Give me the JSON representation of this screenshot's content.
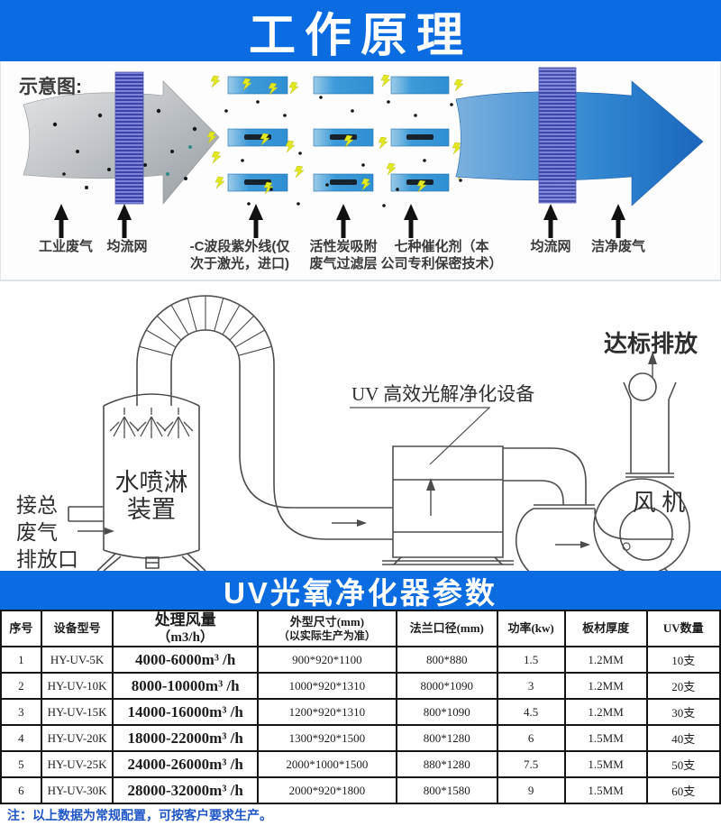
{
  "colors": {
    "banner_blue": "#0b6ce2",
    "note_blue": "#1e56c8",
    "bar_blue": "#2f8fd2",
    "mesh_purple": "#4c53b4"
  },
  "banners": {
    "principle": "工作原理",
    "params": "UV光氧净化器参数"
  },
  "schematic": {
    "caption": "示意图:",
    "stages": [
      {
        "lines": [
          "工业废气"
        ]
      },
      {
        "lines": [
          "均流网"
        ]
      },
      {
        "lines": [
          "-C波段紫外线(仅",
          "次于激光，进口)"
        ]
      },
      {
        "lines": [
          "活性炭吸附",
          "废气过滤层"
        ]
      },
      {
        "lines": [
          "七种催化剂（本",
          "公司专利保密技术）"
        ]
      },
      {
        "lines": [
          "均流网"
        ]
      },
      {
        "lines": [
          "洁净废气"
        ]
      }
    ]
  },
  "drawing": {
    "spray_l1": "水喷淋",
    "spray_l2": "装置",
    "inlet_l1": "接总",
    "inlet_l2": "废气",
    "inlet_l3": "排放口",
    "uv_label": "UV 高效光解净化设备",
    "outlet_label": "达标排放",
    "fan_label": "风 机"
  },
  "table": {
    "headers": [
      {
        "l1": "序号",
        "l2": ""
      },
      {
        "l1": "设备型号",
        "l2": ""
      },
      {
        "l1": "处理风量",
        "l2": "（m3/h）"
      },
      {
        "l1": "外型尺寸(mm)",
        "l2": "（以实际生产为准）"
      },
      {
        "l1": "法兰口径(mm)",
        "l2": ""
      },
      {
        "l1": "功率(kw)",
        "l2": ""
      },
      {
        "l1": "板材厚度",
        "l2": ""
      },
      {
        "l1": "UV数量",
        "l2": ""
      }
    ],
    "rows": [
      {
        "no": "1",
        "model": "HY-UV-5K",
        "airflow": "4000-6000m³ /h",
        "size": "900*920*1100",
        "flange": "800*880",
        "power": "1.5",
        "thickness": "1.2MM",
        "uv": "10支"
      },
      {
        "no": "2",
        "model": "HY-UV-10K",
        "airflow": "8000-10000m³ /h",
        "size": "1000*920*1310",
        "flange": "8000*1090",
        "power": "3",
        "thickness": "1.2MM",
        "uv": "20支"
      },
      {
        "no": "3",
        "model": "HY-UV-15K",
        "airflow": "14000-16000m³ /h",
        "size": "1200*920*1310",
        "flange": "800*1090",
        "power": "4.5",
        "thickness": "1.2MM",
        "uv": "30支"
      },
      {
        "no": "4",
        "model": "HY-UV-20K",
        "airflow": "18000-22000m³ /h",
        "size": "1300*920*1500",
        "flange": "800*1280",
        "power": "6",
        "thickness": "1.5MM",
        "uv": "40支"
      },
      {
        "no": "5",
        "model": "HY-UV-25K",
        "airflow": "24000-26000m³ /h",
        "size": "2000*1000*1500",
        "flange": "880*1280",
        "power": "7.5",
        "thickness": "1.5MM",
        "uv": "50支"
      },
      {
        "no": "6",
        "model": "HY-UV-30K",
        "airflow": "28000-32000m³ /h",
        "size": "2000*920*1800",
        "flange": "800*1580",
        "power": "9",
        "thickness": "1.5MM",
        "uv": "60支"
      }
    ]
  },
  "note": "注：以上数据为常规配置，可按客户要求生产。"
}
